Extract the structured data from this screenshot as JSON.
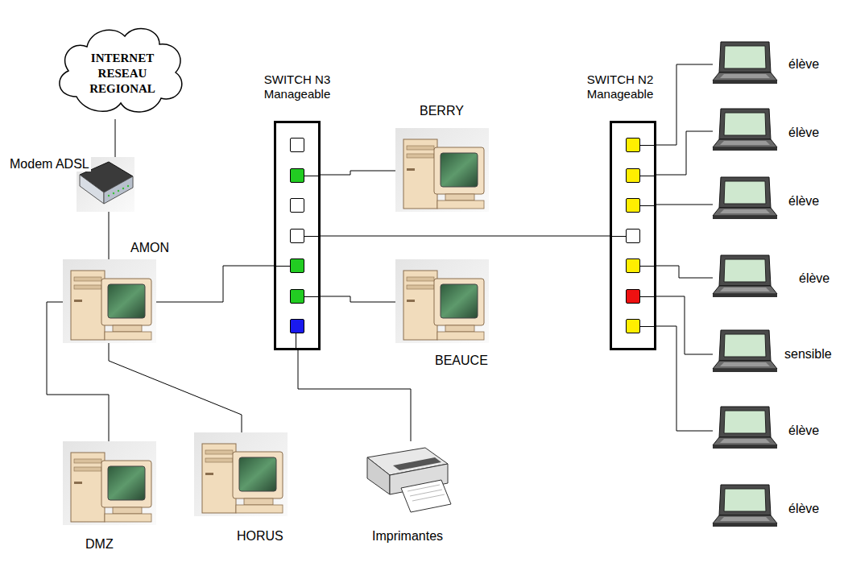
{
  "diagram": {
    "nodes": [
      {
        "text": [
          "INTERNET RESEAU REGIONAL"
        ]
      },
      {
        "text": [
          "Modem ADSL"
        ]
      },
      {
        "text": [
          "SWITCH N3 Manageable"
        ]
      },
      {
        "text": [
          "BERRY"
        ]
      },
      {
        "text": [
          "SWITCH N2 Manageable"
        ]
      },
      {
        "text": [
          "élève"
        ]
      },
      {
        "text": [
          "élève"
        ]
      },
      {
        "text": [
          "élève"
        ]
      },
      {
        "text": [
          "AMON"
        ]
      },
      {
        "text": [
          "élève"
        ]
      },
      {
        "text": [
          "BEAUCE"
        ]
      },
      {
        "text": [
          "sensible"
        ]
      },
      {
        "text": [
          "élève"
        ]
      },
      {
        "text": [
          "élève"
        ]
      },
      {
        "text": [
          "DMZ"
        ]
      },
      {
        "text": [
          "HORUS"
        ]
      },
      {
        "text": [
          "Imprimantes"
        ]
      }
    ],
    "edges": [
      {
        "from": 0,
        "to": 1,
        "arrow": "none"
      },
      {
        "from": 1,
        "to": 8,
        "arrow": "none"
      },
      {
        "from": 8,
        "to": 2,
        "arrow": "none"
      },
      {
        "from": 2,
        "to": 3,
        "arrow": "none"
      },
      {
        "from": 2,
        "to": 4,
        "arrow": "none"
      },
      {
        "from": 2,
        "to": 10,
        "arrow": "none"
      },
      {
        "from": 2,
        "to": 16,
        "arrow": "none"
      },
      {
        "from": 4,
        "to": 5,
        "arrow": "none"
      },
      {
        "from": 4,
        "to": 6,
        "arrow": "none"
      },
      {
        "from": 4,
        "to": 7,
        "arrow": "none"
      },
      {
        "from": 4,
        "to": 9,
        "arrow": "none"
      },
      {
        "from": 4,
        "to": 11,
        "arrow": "none"
      },
      {
        "from": 4,
        "to": 12,
        "arrow": "none"
      },
      {
        "from": 8,
        "to": 14,
        "arrow": "none"
      },
      {
        "from": 8,
        "to": 15,
        "arrow": "none"
      }
    ]
  }
}
